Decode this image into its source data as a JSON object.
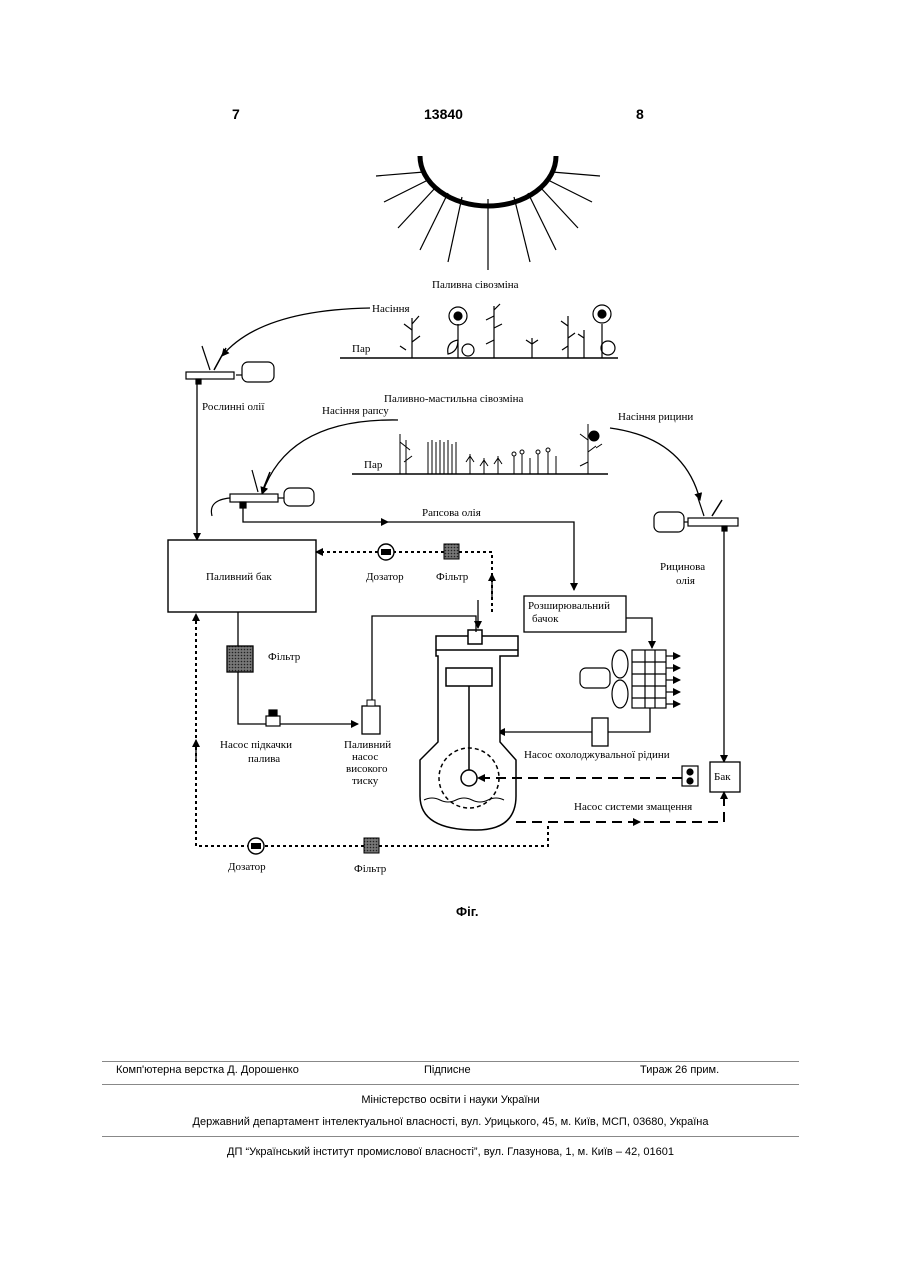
{
  "header": {
    "left_page": "7",
    "patent_number": "13840",
    "right_page": "8"
  },
  "diagram": {
    "fuel_rotation": "Паливна сівозміна",
    "seeds": "Насіння",
    "fallow": "Пар",
    "vegetable_oils": "Рослинні олії",
    "fuel_lube_rotation": "Паливно-мастильна сівозміна",
    "rapeseed": "Насіння рапсу",
    "castor_seed": "Насіння рицини",
    "rapeseed_oil": "Рапсова олія",
    "fuel_tank": "Паливний бак",
    "dosing_unit": "Дозатор",
    "filter": "Фільтр",
    "castor_oil_line1": "Рицинова",
    "castor_oil_line2": "олія",
    "expansion_tank_line1": "Розширювальний",
    "expansion_tank_line2": "бачок",
    "feed_pump_line1": "Насос підкачки",
    "feed_pump_line2": "палива",
    "hp_pump_line1": "Паливний",
    "hp_pump_line2": "насос",
    "hp_pump_line3": "високого",
    "hp_pump_line4": "тиску",
    "coolant_pump": "Насос охолоджувальної рідини",
    "tank": "Бак",
    "lube_pump": "Насос системи змащення",
    "figure_caption": "Фіг."
  },
  "footer": {
    "layout_credit": "Комп'ютерна верстка Д. Дорошенко",
    "signed": "Підписне",
    "print_run": "Тираж 26 прим.",
    "ministry": "Міністерство освіти і науки України",
    "department": "Державний департамент інтелектуальної власності, вул. Урицького, 45, м. Київ, МСП, 03680, Україна",
    "institute": "ДП “Український інститут промислової власності”, вул. Глазунова, 1, м. Київ – 42, 01601"
  }
}
